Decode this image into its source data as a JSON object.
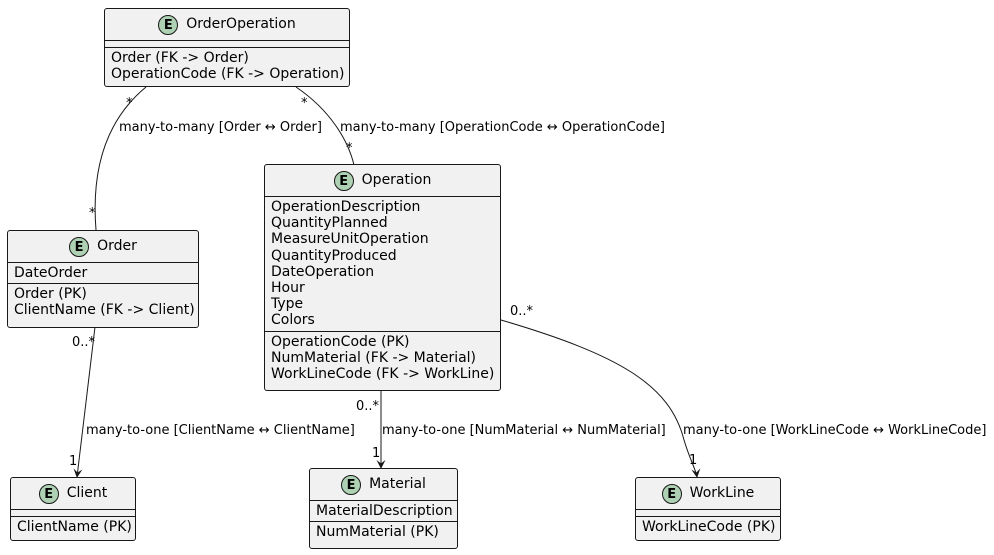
{
  "badge": "E",
  "entities": {
    "orderoperation": {
      "name": "OrderOperation",
      "attributes": [],
      "keys": [
        "Order (FK -> Order)",
        "OperationCode (FK -> Operation)"
      ]
    },
    "operation": {
      "name": "Operation",
      "attributes": [
        "OperationDescription",
        "QuantityPlanned",
        "MeasureUnitOperation",
        "QuantityProduced",
        "DateOperation",
        "Hour",
        "Type",
        "Colors"
      ],
      "keys": [
        "OperationCode (PK)",
        "NumMaterial (FK -> Material)",
        "WorkLineCode (FK -> WorkLine)"
      ]
    },
    "order": {
      "name": "Order",
      "attributes": [
        "DateOrder"
      ],
      "keys": [
        "Order (PK)",
        "ClientName (FK -> Client)"
      ]
    },
    "client": {
      "name": "Client",
      "attributes": [],
      "keys": [
        "ClientName (PK)"
      ]
    },
    "material": {
      "name": "Material",
      "attributes": [
        "MaterialDescription"
      ],
      "keys": [
        "NumMaterial (PK)"
      ]
    },
    "workline": {
      "name": "WorkLine",
      "attributes": [],
      "keys": [
        "WorkLineCode (PK)"
      ]
    }
  },
  "relations": {
    "oo_order": {
      "label": "many-to-many [Order ↔ Order]",
      "from_card": "*",
      "to_card": "*"
    },
    "oo_operation": {
      "label": "many-to-many [OperationCode ↔ OperationCode]",
      "from_card": "*",
      "to_card": "*"
    },
    "order_client": {
      "label": "many-to-one [ClientName ↔ ClientName]",
      "from_card": "0..*",
      "to_card": "1"
    },
    "operation_material": {
      "label": "many-to-one [NumMaterial ↔ NumMaterial]",
      "from_card": "0..*",
      "to_card": "1"
    },
    "operation_workline": {
      "label": "many-to-one [WorkLineCode ↔ WorkLineCode]",
      "from_card": "0..*",
      "to_card": "1"
    }
  }
}
